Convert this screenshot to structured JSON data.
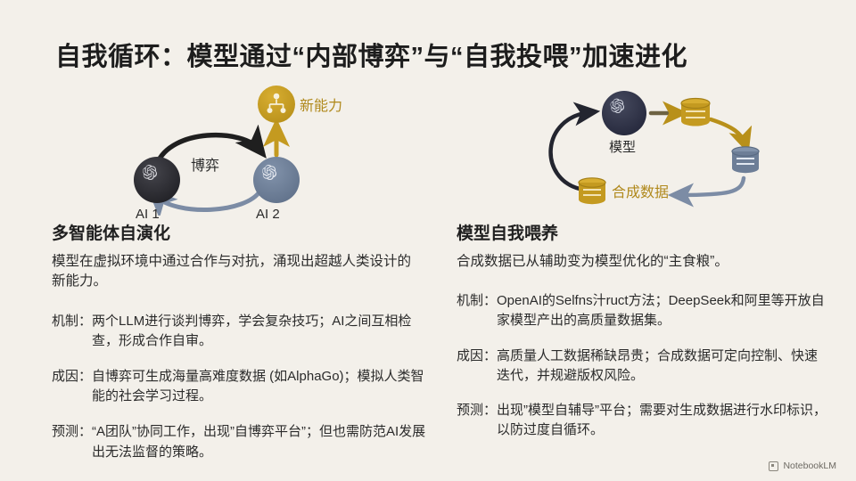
{
  "slide": {
    "title": "自我循环：模型通过“内部博弈”与“自我投喂”加速进化",
    "background_color": "#f3f0ea"
  },
  "diagram_left": {
    "name": "multi-agent-self-play-diagram",
    "nodes": [
      {
        "id": "ai1",
        "label": "AI 1",
        "icon": "openai-logo-icon",
        "color": "#2b2b30"
      },
      {
        "id": "ai2",
        "label": "AI 2",
        "icon": "openai-logo-icon",
        "color": "#6d7e97"
      },
      {
        "id": "newcap",
        "label": "新能力",
        "icon": "hierarchy-network-icon",
        "color": "#c49a20"
      }
    ],
    "edge_label": "博弈",
    "arrows": [
      {
        "from": "ai1",
        "to": "ai2",
        "color": "#1f1f1f"
      },
      {
        "from": "ai2",
        "to": "ai1",
        "color": "#7a8aa3"
      },
      {
        "from": "ai2",
        "to": "newcap",
        "color": "#c49a20"
      }
    ]
  },
  "diagram_right": {
    "name": "model-self-feeding-diagram",
    "nodes": [
      {
        "id": "model",
        "label": "模型",
        "icon": "openai-logo-icon",
        "color": "#2d3040"
      },
      {
        "id": "db_gold_top",
        "label": "",
        "icon": "database-cylinder-icon",
        "color": "#c49a20"
      },
      {
        "id": "db_blue",
        "label": "",
        "icon": "database-cylinder-icon",
        "color": "#6d7e97"
      },
      {
        "id": "db_gold_bottom",
        "label": "合成数据",
        "icon": "database-cylinder-icon",
        "color": "#c49a20"
      }
    ],
    "label_synthetic_data": "合成数据",
    "label_model": "模型"
  },
  "left_column": {
    "heading": "多智能体自演化",
    "intro": "模型在虚拟环境中通过合作与对抗，涌现出超越人类设计的新能力。",
    "bullets": [
      {
        "label": "机制：",
        "text": "两个LLM进行谈判博弈，学会复杂技巧；AI之间互相检查，形成合作自审。"
      },
      {
        "label": "成因：",
        "text": "自博弈可生成海量高难度数据 (如AlphaGo)；模拟人类智能的社会学习过程。"
      },
      {
        "label": "预测：",
        "text": "“A团队”协同工作，出现”自博弈平台”；但也需防范AI发展出无法监督的策略。"
      }
    ]
  },
  "right_column": {
    "heading": "模型自我喂养",
    "intro": "合成数据已从辅助变为模型优化的“主食粮”。",
    "bullets": [
      {
        "label": "机制：",
        "text": "OpenAI的Selfns汁ruct方法；DeepSeek和阿里等开放自家模型产出的高质量数据集。"
      },
      {
        "label": "成因：",
        "text": "高质量人工数据稀缺昂贵；合成数据可定向控制、快速迭代，并规避版权风险。"
      },
      {
        "label": "预测：",
        "text": "出现”模型自辅导”平台；需要对生成数据进行水印标识，以防过度自循环。"
      }
    ]
  },
  "footer": {
    "brand": "NotebookLM"
  }
}
